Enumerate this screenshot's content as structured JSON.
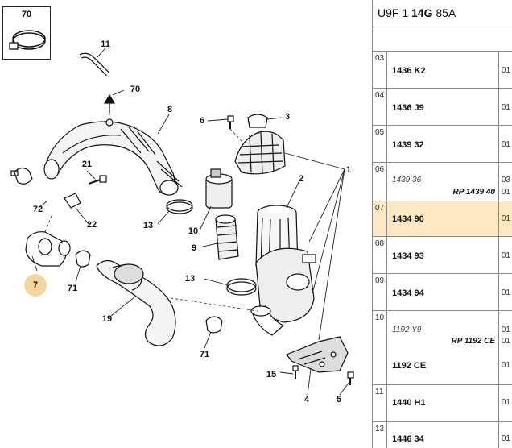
{
  "header": {
    "prefix": "U9F 1 ",
    "bold": "14G",
    "suffix": " 85A"
  },
  "inset": {
    "number": "70"
  },
  "callouts": [
    {
      "label": "11"
    },
    {
      "label": "70"
    },
    {
      "label": "8"
    },
    {
      "label": "6"
    },
    {
      "label": "3"
    },
    {
      "label": "1"
    },
    {
      "label": "21"
    },
    {
      "label": "2"
    },
    {
      "label": "72"
    },
    {
      "label": "22"
    },
    {
      "label": "13"
    },
    {
      "label": "10"
    },
    {
      "label": "9"
    },
    {
      "label": "7",
      "selected": true
    },
    {
      "label": "71"
    },
    {
      "label": "13"
    },
    {
      "label": "19"
    },
    {
      "label": "71"
    },
    {
      "label": "15"
    },
    {
      "label": "4"
    },
    {
      "label": "5"
    }
  ],
  "parts": [
    {
      "index": "03",
      "ref": "1436 K2",
      "qty": "01"
    },
    {
      "index": "04",
      "ref": "1436 J9",
      "qty": "01"
    },
    {
      "index": "05",
      "ref": "1439 32",
      "qty": "01"
    },
    {
      "index": "06",
      "ref": "1439 36",
      "ref_italic": true,
      "rp": "RP 1439 40",
      "qtys": [
        "03",
        "01"
      ]
    },
    {
      "index": "07",
      "ref": "1434 90",
      "qty": "01",
      "selected": true
    },
    {
      "index": "08",
      "ref": "1434 93",
      "qty": "01"
    },
    {
      "index": "09",
      "ref": "1434 94",
      "qty": "01"
    },
    {
      "index": "10",
      "ref": "1192 Y9",
      "ref_italic": true,
      "rp": "RP 1192 CE",
      "ref2": "1192 CE",
      "qtys": [
        "01",
        "01",
        "01"
      ]
    },
    {
      "index": "11",
      "ref": "1440 H1",
      "qty": "01"
    },
    {
      "index": "13",
      "ref": "1446 34",
      "qty": "01"
    }
  ]
}
